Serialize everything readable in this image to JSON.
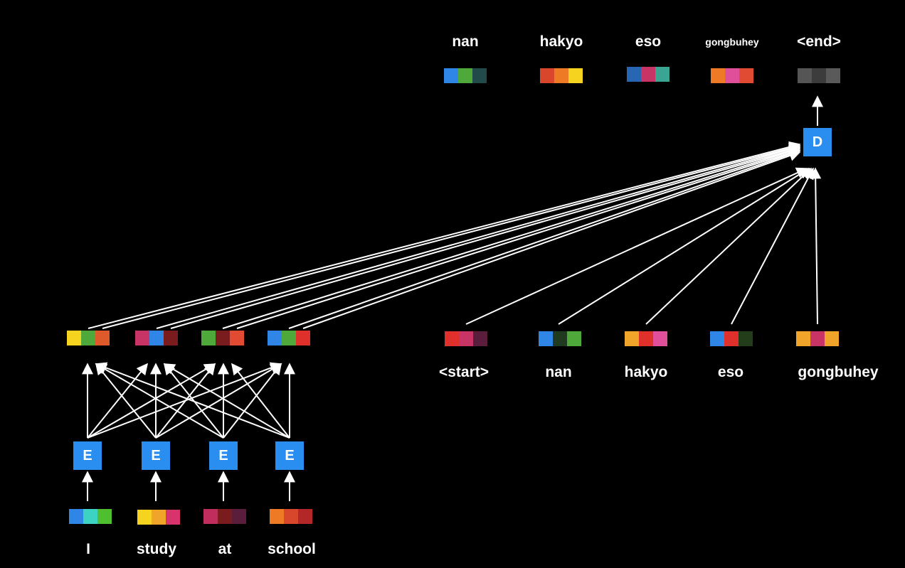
{
  "encoder": {
    "inputs": [
      {
        "word": "I",
        "colors": [
          "#2f86e6",
          "#3dd3c2",
          "#4fbf2f"
        ]
      },
      {
        "word": "study",
        "colors": [
          "#f5d31f",
          "#f1a42a",
          "#d8336d"
        ]
      },
      {
        "word": "at",
        "colors": [
          "#c12d5d",
          "#7a1c1e",
          "#5b1d3c"
        ]
      },
      {
        "word": "school",
        "colors": [
          "#ee7a26",
          "#d8472c",
          "#b32728"
        ]
      }
    ],
    "block_label": "E",
    "hidden_states": [
      [
        "#f5d31f",
        "#4fa83a",
        "#de5a2a"
      ],
      [
        "#c93466",
        "#2f86e6",
        "#7a1c1e"
      ],
      [
        "#4fa83a",
        "#7a1c1e",
        "#e14a33"
      ],
      [
        "#2f86e6",
        "#4fa83a",
        "#e0302b"
      ]
    ]
  },
  "decoder": {
    "block_label": "D",
    "inputs": [
      {
        "word": "<start>",
        "colors": [
          "#e0302b",
          "#c93466",
          "#5b1d3c"
        ]
      },
      {
        "word": "nan",
        "colors": [
          "#2f86e6",
          "#1f3a1f",
          "#4fa83a"
        ]
      },
      {
        "word": "hakyo",
        "colors": [
          "#f1a42a",
          "#e0302b",
          "#e0509a"
        ]
      },
      {
        "word": "eso",
        "colors": [
          "#2f86e6",
          "#e0302b",
          "#233d1a"
        ]
      },
      {
        "word": "gongbuhey",
        "colors": [
          "#f1a42a",
          "#c93466",
          "#f1a42a"
        ]
      }
    ],
    "outputs": [
      {
        "word": "nan",
        "colors": [
          "#2f86e6",
          "#4fa83a",
          "#214a48"
        ]
      },
      {
        "word": "hakyo",
        "colors": [
          "#d8472c",
          "#ee7a26",
          "#f5d31f"
        ]
      },
      {
        "word": "eso",
        "colors": [
          "#2666b3",
          "#c93466",
          "#3aa593"
        ]
      },
      {
        "word": "gongbuhey",
        "colors": [
          "#ee7a26",
          "#e0509a",
          "#e14a33"
        ]
      },
      {
        "word": "<end>",
        "colors": [
          "#555555",
          "#3c3c3c",
          "#5a5a5a"
        ]
      }
    ]
  }
}
